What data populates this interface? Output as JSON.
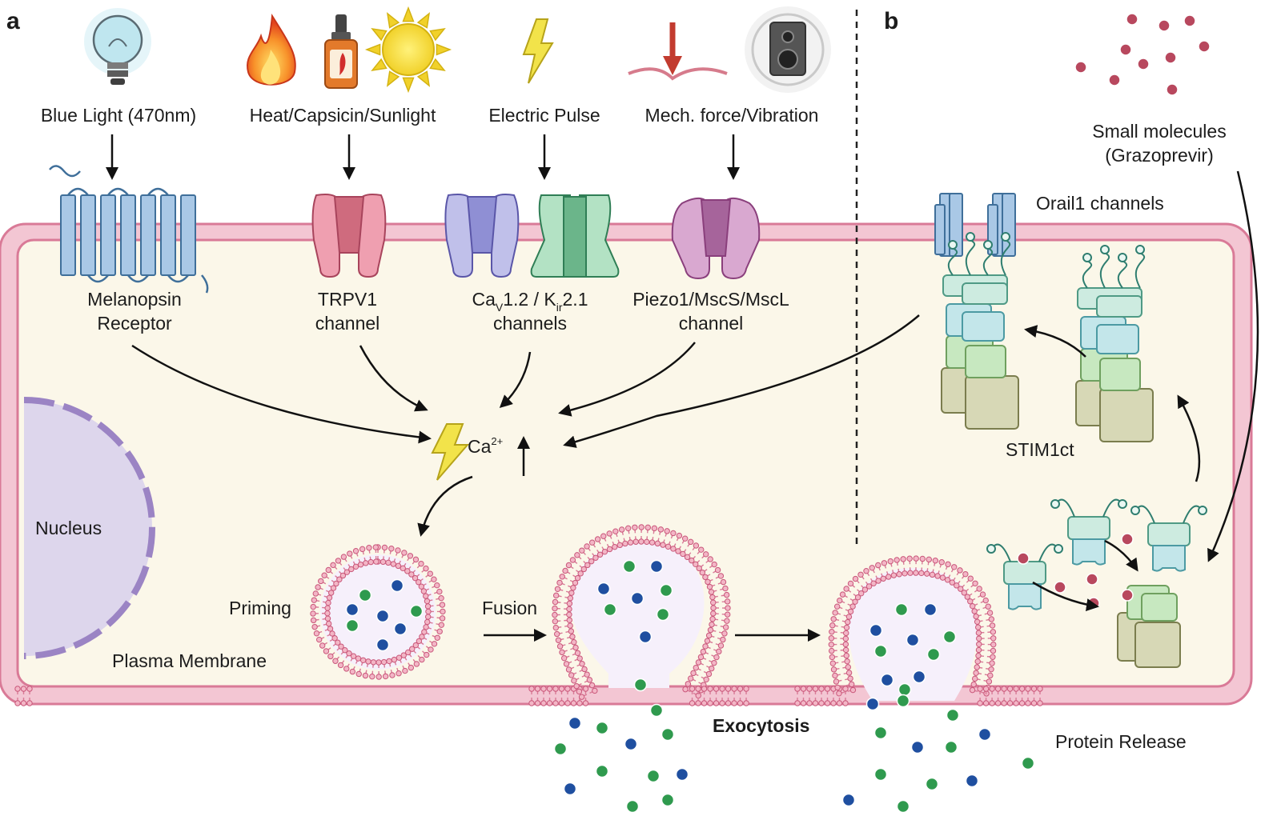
{
  "panels": {
    "a": "a",
    "b": "b"
  },
  "stimuli": {
    "blue_light": "Blue Light (470nm)",
    "heat": "Heat/Capsicin/Sunlight",
    "electric": "Electric Pulse",
    "mech": "Mech. force/Vibration"
  },
  "receptors": {
    "melanopsin": [
      "Melanopsin",
      "Receptor"
    ],
    "trpv1": [
      "TRPV1",
      "channel"
    ],
    "cav_line1": {
      "a": "Ca",
      "sub1": "V",
      "b": "1.2 / K",
      "sub2": "ir",
      "c": "2.1"
    },
    "cav_line2": "channels",
    "piezo": [
      "Piezo1/MscS/MscL",
      "channel"
    ]
  },
  "calcium": {
    "base": "Ca",
    "sup": "2+"
  },
  "cell": {
    "nucleus": "Nucleus",
    "priming": "Priming",
    "fusion": "Fusion",
    "membrane": "Plasma Membrane",
    "exocytosis": "Exocytosis"
  },
  "panel_b": {
    "small_molecules": [
      "Small molecules",
      "(Grazoprevir)"
    ],
    "orai": "Orail1 channels",
    "stim": "STIM1ct",
    "release": "Protein Release"
  },
  "colors": {
    "membrane": "#e48aa5",
    "cytoplasm": "#fbf7e9",
    "nucleus": "#ddd6ec",
    "blue_cargo": "#1f4fa0",
    "green_cargo": "#2f9a4e",
    "drug": "#b8485e"
  }
}
